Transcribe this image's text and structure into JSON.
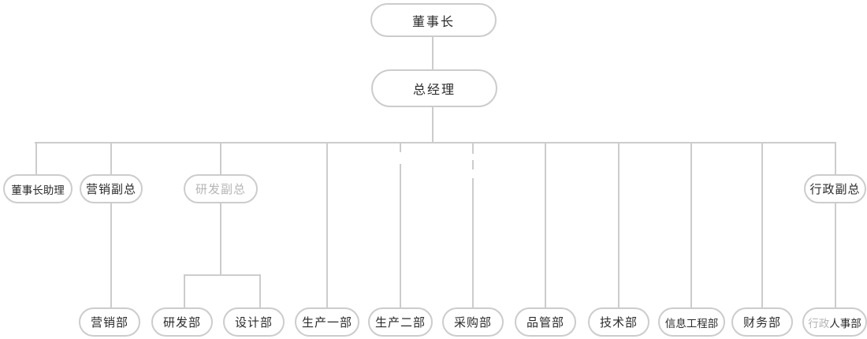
{
  "org": {
    "level1": {
      "label": "董事长"
    },
    "level2": {
      "label": "总经理"
    },
    "level3": [
      {
        "label": "董事长助理"
      },
      {
        "label": "营销副总"
      },
      {
        "label": "研发副总",
        "muted": true
      },
      {
        "label": "行政副总"
      }
    ],
    "level4": [
      {
        "label": "营销部"
      },
      {
        "label": "研发部"
      },
      {
        "label": "设计部"
      },
      {
        "label": "生产一部"
      },
      {
        "label": "生产二部"
      },
      {
        "label": "采购部"
      },
      {
        "label": "品管部"
      },
      {
        "label": "技术部"
      },
      {
        "label": "信息工程部"
      },
      {
        "label": "财务部"
      },
      {
        "label_light": "行政",
        "label_dark": "人事部"
      }
    ]
  },
  "colors": {
    "line": "#cccccc",
    "node_border": "#cccccc",
    "node_background": "#ffffff",
    "text": "#2b2b2b",
    "muted_text": "#b5b5b5"
  }
}
